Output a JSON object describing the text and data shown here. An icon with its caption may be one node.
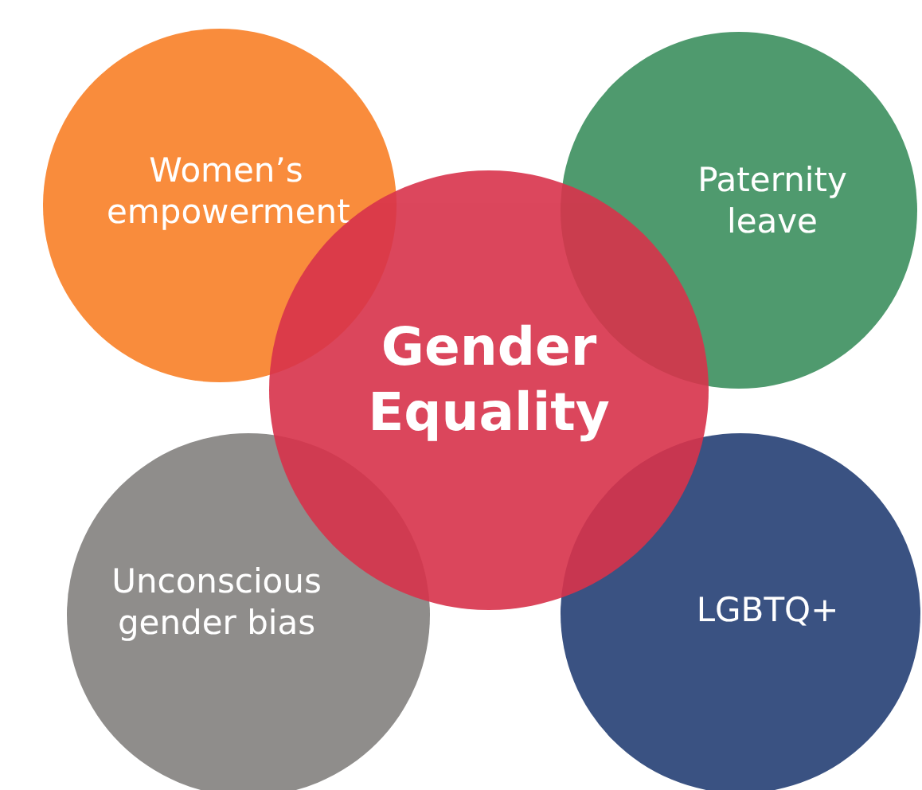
{
  "diagram": {
    "nodes": [
      {
        "text": [
          "Women’s empowerment"
        ]
      },
      {
        "text": [
          "Paternity leave"
        ]
      },
      {
        "text": [
          "Gender Equality"
        ]
      },
      {
        "text": [
          "Unconscious gender bias"
        ]
      },
      {
        "text": [
          "LGBTQ+"
        ]
      }
    ]
  }
}
